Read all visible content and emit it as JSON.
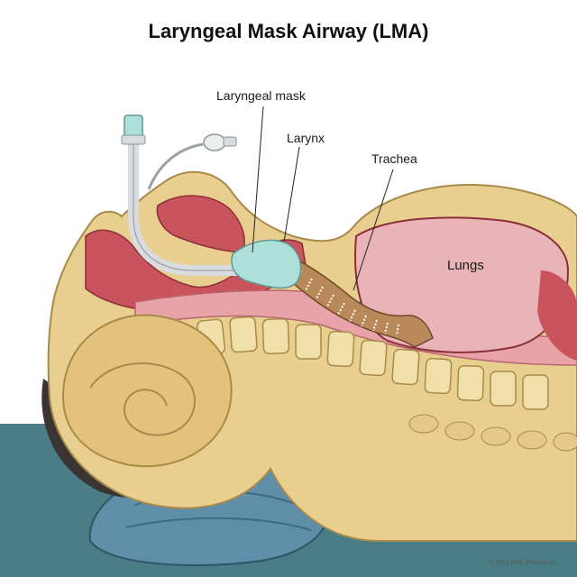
{
  "title": "Laryngeal Mask Airway (LMA)",
  "labels": {
    "laryngeal_mask": "Laryngeal mask",
    "larynx": "Larynx",
    "trachea": "Trachea",
    "lungs": "Lungs"
  },
  "copyright": "© 2011 AVS, Precise Inc.",
  "colors": {
    "bone": "#e9cf8f",
    "bone_outline": "#a98a4a",
    "flesh": "#c9545e",
    "airway_pink": "#e7a3a8",
    "lung": "#e9b3b8",
    "mask": "#aee0da",
    "tube": "#d8dcdf",
    "hair": "#3a3533",
    "pillow": "#5f8ea8",
    "floor": "#4a7d86"
  }
}
